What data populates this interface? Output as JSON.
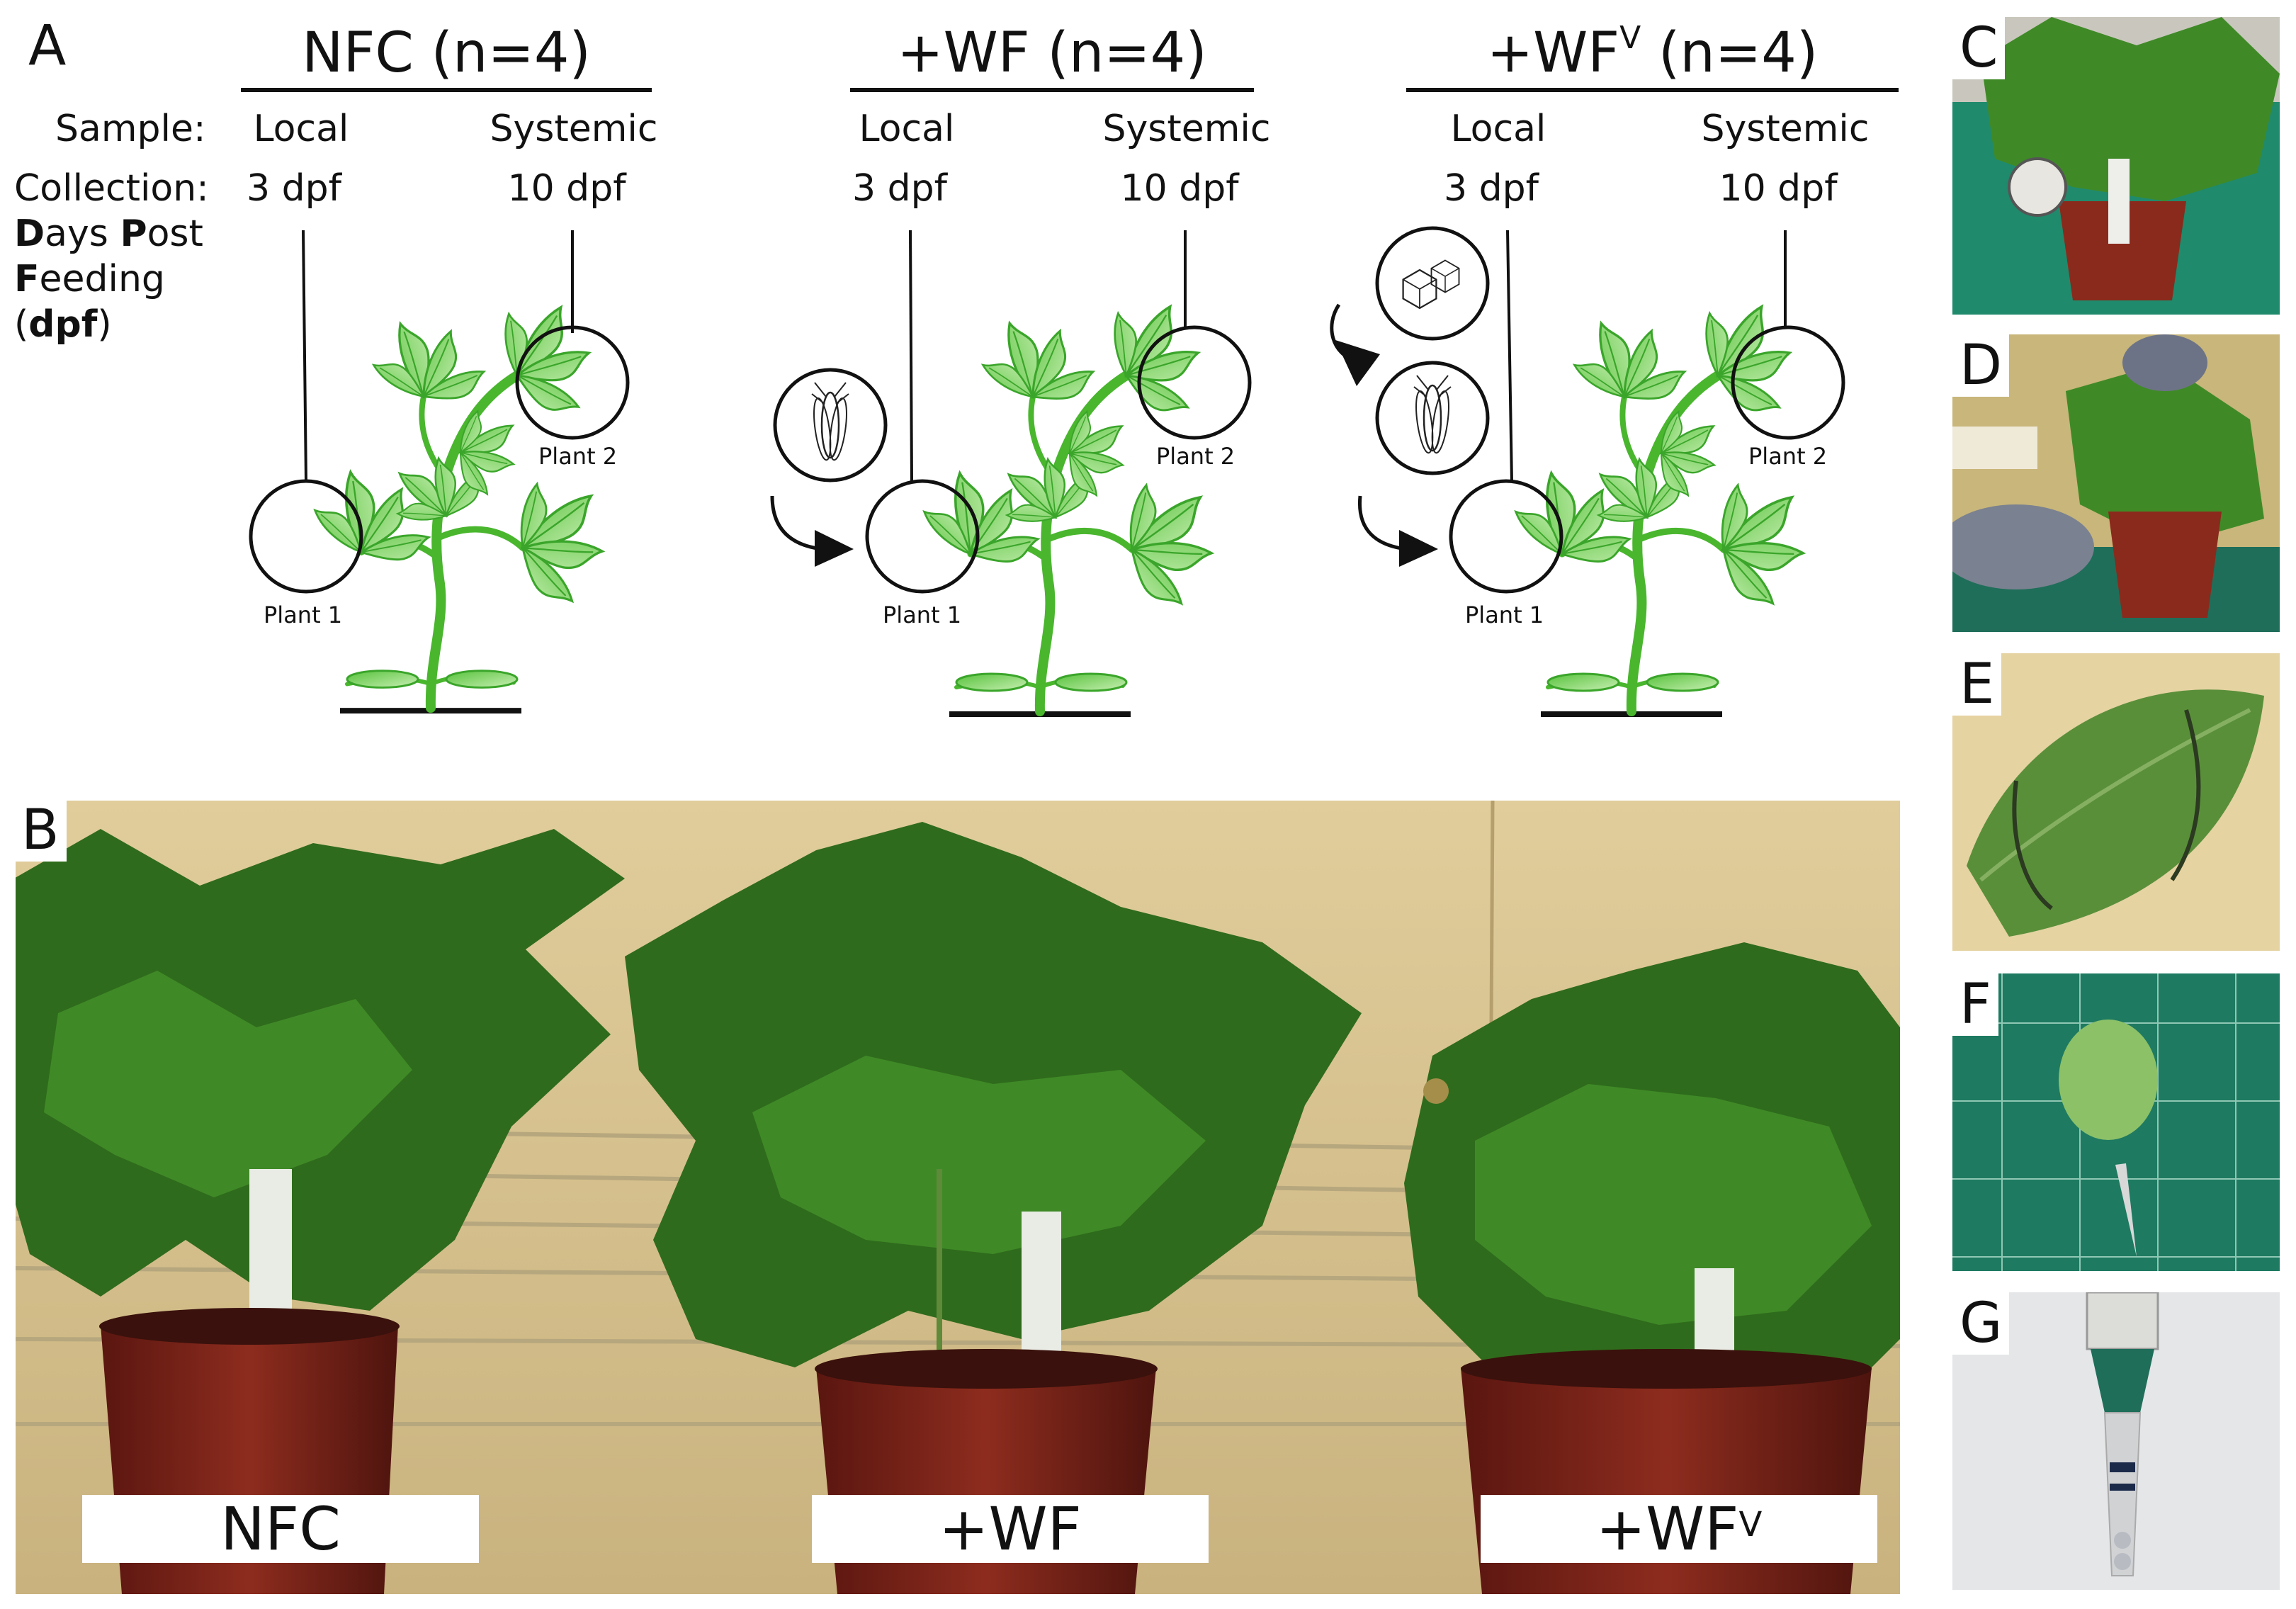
{
  "panel_a": {
    "letter": "A",
    "sample_label": "Sample:",
    "collection_label": "Collection:",
    "dpf_legend": {
      "line1_bold": "D",
      "line1_rest": "ays ",
      "line1_bold2": "P",
      "line1_rest2": "ost",
      "line2_bold": "F",
      "line2_rest": "eeding",
      "line3_open": "(",
      "line3_bold": "dpf",
      "line3_close": ")"
    },
    "groups": [
      {
        "title_main": "NFC (n=4)",
        "title_sup": "",
        "title_tail": "",
        "local": "Local",
        "systemic": "Systemic",
        "local_time": "3 dpf",
        "systemic_time": "10 dpf",
        "plant1": "Plant 1",
        "plant2": "Plant 2"
      },
      {
        "title_main": "+WF (n=4)",
        "title_sup": "",
        "title_tail": "",
        "local": "Local",
        "systemic": "Systemic",
        "local_time": "3 dpf",
        "systemic_time": "10 dpf",
        "plant1": "Plant 1",
        "plant2": "Plant 2"
      },
      {
        "title_main": "+WF",
        "title_sup": "V",
        "title_tail": " (n=4)",
        "local": "Local",
        "systemic": "Systemic",
        "local_time": "3 dpf",
        "systemic_time": "10 dpf",
        "plant1": "Plant 1",
        "plant2": "Plant 2"
      }
    ]
  },
  "panel_b": {
    "letter": "B",
    "labels": [
      {
        "main": "NFC",
        "sup": ""
      },
      {
        "main": "+WF",
        "sup": ""
      },
      {
        "main": "+WF",
        "sup": "V"
      }
    ]
  },
  "side_panels": [
    "C",
    "D",
    "E",
    "F",
    "G"
  ],
  "colors": {
    "leaf_light": "#a8e08a",
    "leaf_mid": "#5cc441",
    "leaf_dark": "#3aa52a",
    "wall": "#d9c596",
    "pot": "#7a2418",
    "foliage": "#2f6b1c"
  }
}
